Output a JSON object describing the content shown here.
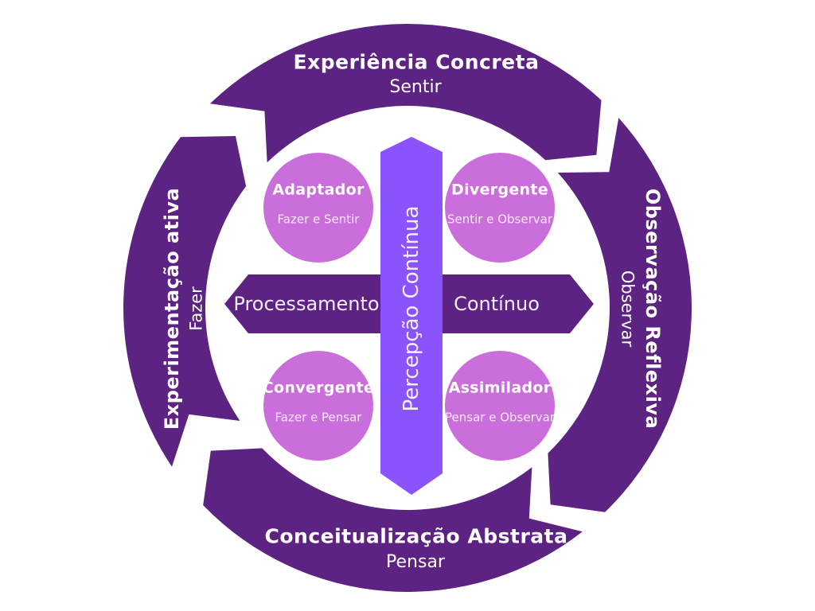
{
  "cycle": {
    "top": {
      "title": "Experiência Concreta",
      "subtitle": "Sentir"
    },
    "right": {
      "title": "Observação Reflexiva",
      "subtitle": "Observar"
    },
    "bottom": {
      "title": "Conceitualização Abstrata",
      "subtitle": "Pensar"
    },
    "left": {
      "title": "Experimentação ativa",
      "subtitle": "Fazer"
    }
  },
  "axes": {
    "vertical": {
      "label": "Percepção Contínua"
    },
    "horizontal": {
      "left_label": "Processamento",
      "right_label": "Contínuo"
    }
  },
  "styles": {
    "adaptador": {
      "title": "Adaptador",
      "subtitle": "Fazer e Sentir"
    },
    "divergente": {
      "title": "Divergente",
      "subtitle": "Sentir e Observar"
    },
    "convergente": {
      "title": "Convergente",
      "subtitle": "Fazer e Pensar"
    },
    "assimilador": {
      "title": "Assimilador",
      "subtitle": "Pensar e Observar"
    }
  },
  "colors": {
    "arc": "#5D2383",
    "ribbon": "#8B53FB",
    "circle": "#CA6EDB",
    "text": "#FFFFFF"
  }
}
